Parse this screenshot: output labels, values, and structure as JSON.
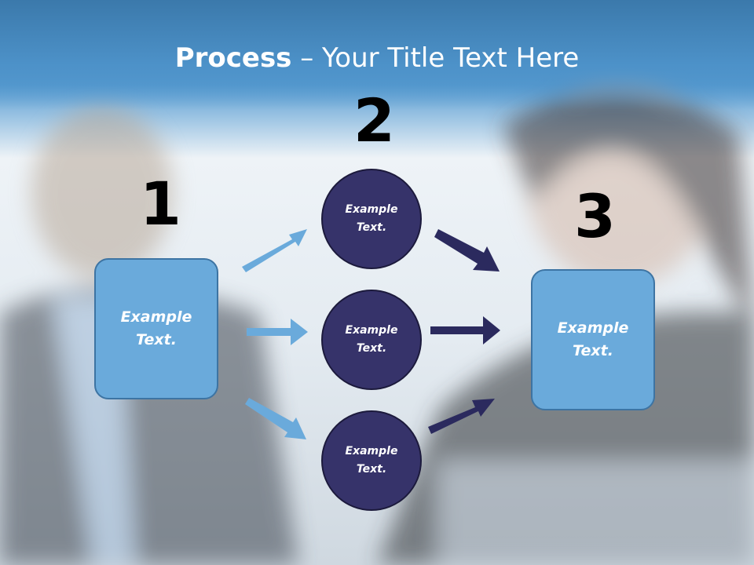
{
  "title": {
    "bold": "Process",
    "rest": " – Your Title Text Here"
  },
  "steps": [
    {
      "number": "1",
      "text": "Example Text."
    },
    {
      "number": "2",
      "items": [
        "Example Text.",
        "Example Text.",
        "Example Text."
      ]
    },
    {
      "number": "3",
      "text": "Example Text."
    }
  ],
  "colors": {
    "box": "#6aaadb",
    "circle": "#36336a",
    "arrow_light": "#6aaadb",
    "arrow_dark": "#2b2a5e",
    "title_band": "#4d92c9"
  }
}
